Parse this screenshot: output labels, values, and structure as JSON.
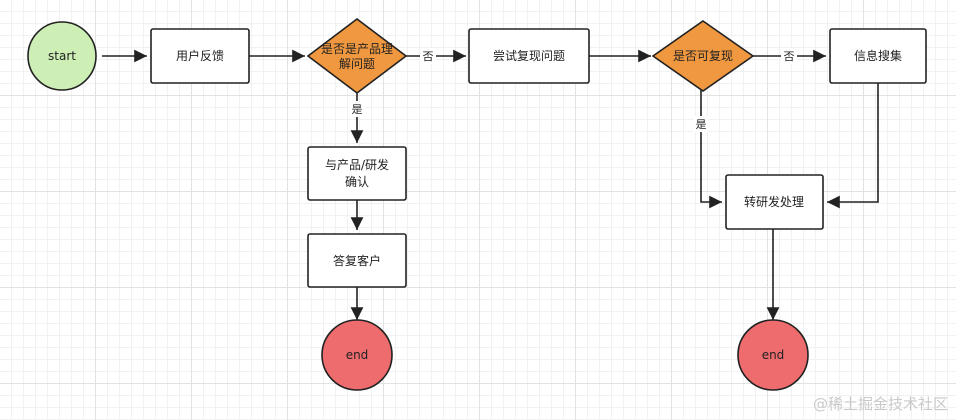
{
  "diagram": {
    "nodes": {
      "start": {
        "label": "start"
      },
      "feedback": {
        "label": "用户反馈"
      },
      "is_product_misunderstanding": {
        "line1": "是否是产品理",
        "line2": "解问题"
      },
      "confirm_product_dev": {
        "line1": "与产品/研发",
        "line2": "确认"
      },
      "reply_customer": {
        "label": "答复客户"
      },
      "end_left": {
        "label": "end"
      },
      "try_reproduce": {
        "label": "尝试复现问题"
      },
      "is_reproducible": {
        "label": "是否可复现"
      },
      "collect_info": {
        "label": "信息搜集"
      },
      "transfer_dev": {
        "label": "转研发处理"
      },
      "end_right": {
        "label": "end"
      }
    },
    "edges": {
      "misunderstanding_no": "否",
      "misunderstanding_yes": "是",
      "reproducible_no": "否",
      "reproducible_yes": "是"
    },
    "colors": {
      "start_fill": "#cdeeb4",
      "decision_fill": "#f0983f",
      "end_fill": "#ee6b6e",
      "process_fill": "#ffffff",
      "stroke": "#222222"
    }
  },
  "watermark": "@稀土掘金技术社区"
}
